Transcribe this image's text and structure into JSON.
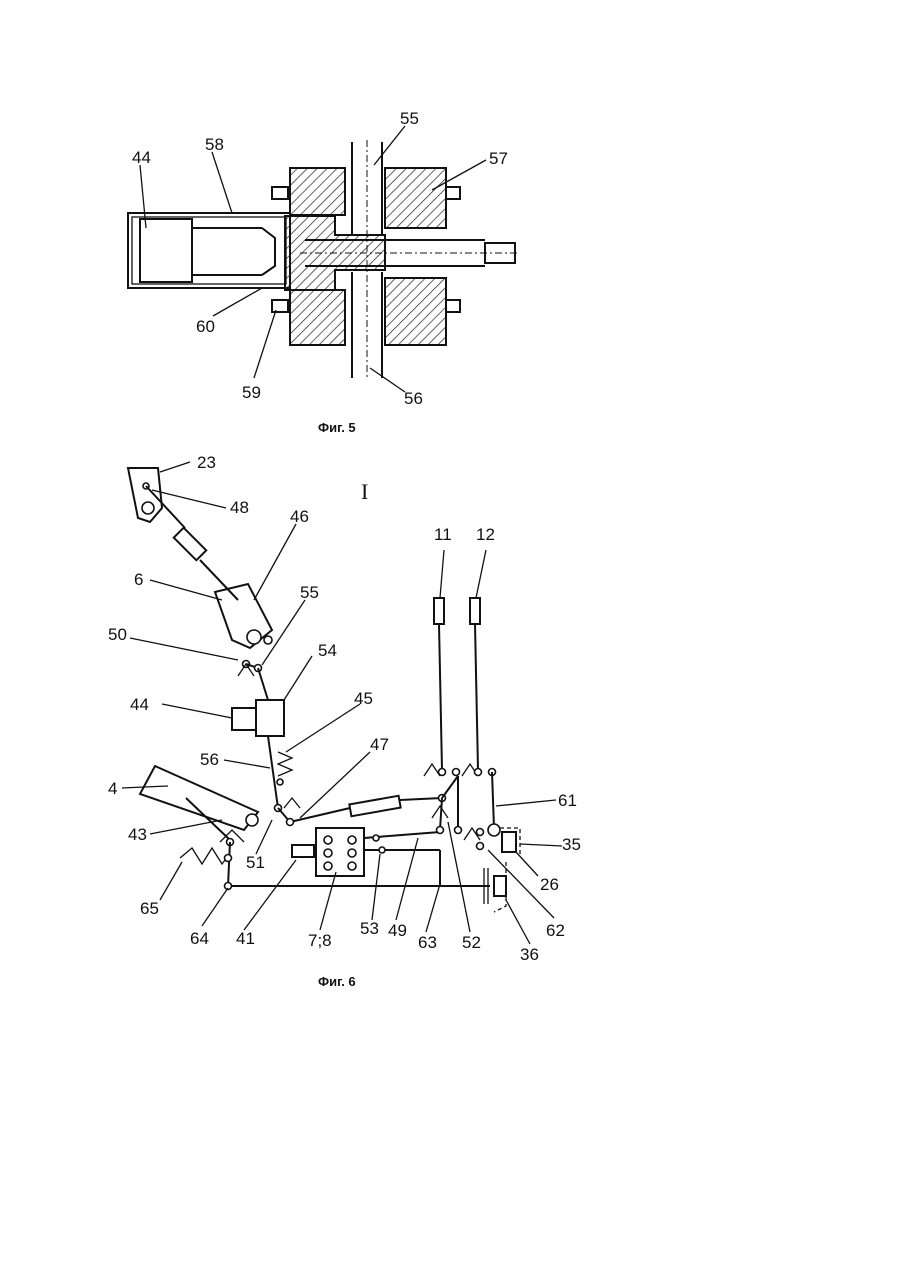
{
  "figure5": {
    "caption": "Фиг. 5",
    "labels": {
      "l44": "44",
      "l58": "58",
      "l55": "55",
      "l57": "57",
      "l60": "60",
      "l59": "59",
      "l56": "56"
    }
  },
  "figure6": {
    "caption": "Фиг. 6",
    "section_mark": "I",
    "labels": {
      "l23": "23",
      "l48": "48",
      "l46": "46",
      "l6": "6",
      "l55": "55",
      "l50": "50",
      "l54": "54",
      "l44": "44",
      "l45": "45",
      "l47": "47",
      "l56": "56",
      "l4": "4",
      "l43": "43",
      "l65": "65",
      "l51": "51",
      "l64": "64",
      "l41": "41",
      "l78": "7;8",
      "l53": "53",
      "l49": "49",
      "l63": "63",
      "l52": "52",
      "l36": "36",
      "l62": "62",
      "l26": "26",
      "l35": "35",
      "l61": "61",
      "l11": "11",
      "l12": "12"
    }
  }
}
